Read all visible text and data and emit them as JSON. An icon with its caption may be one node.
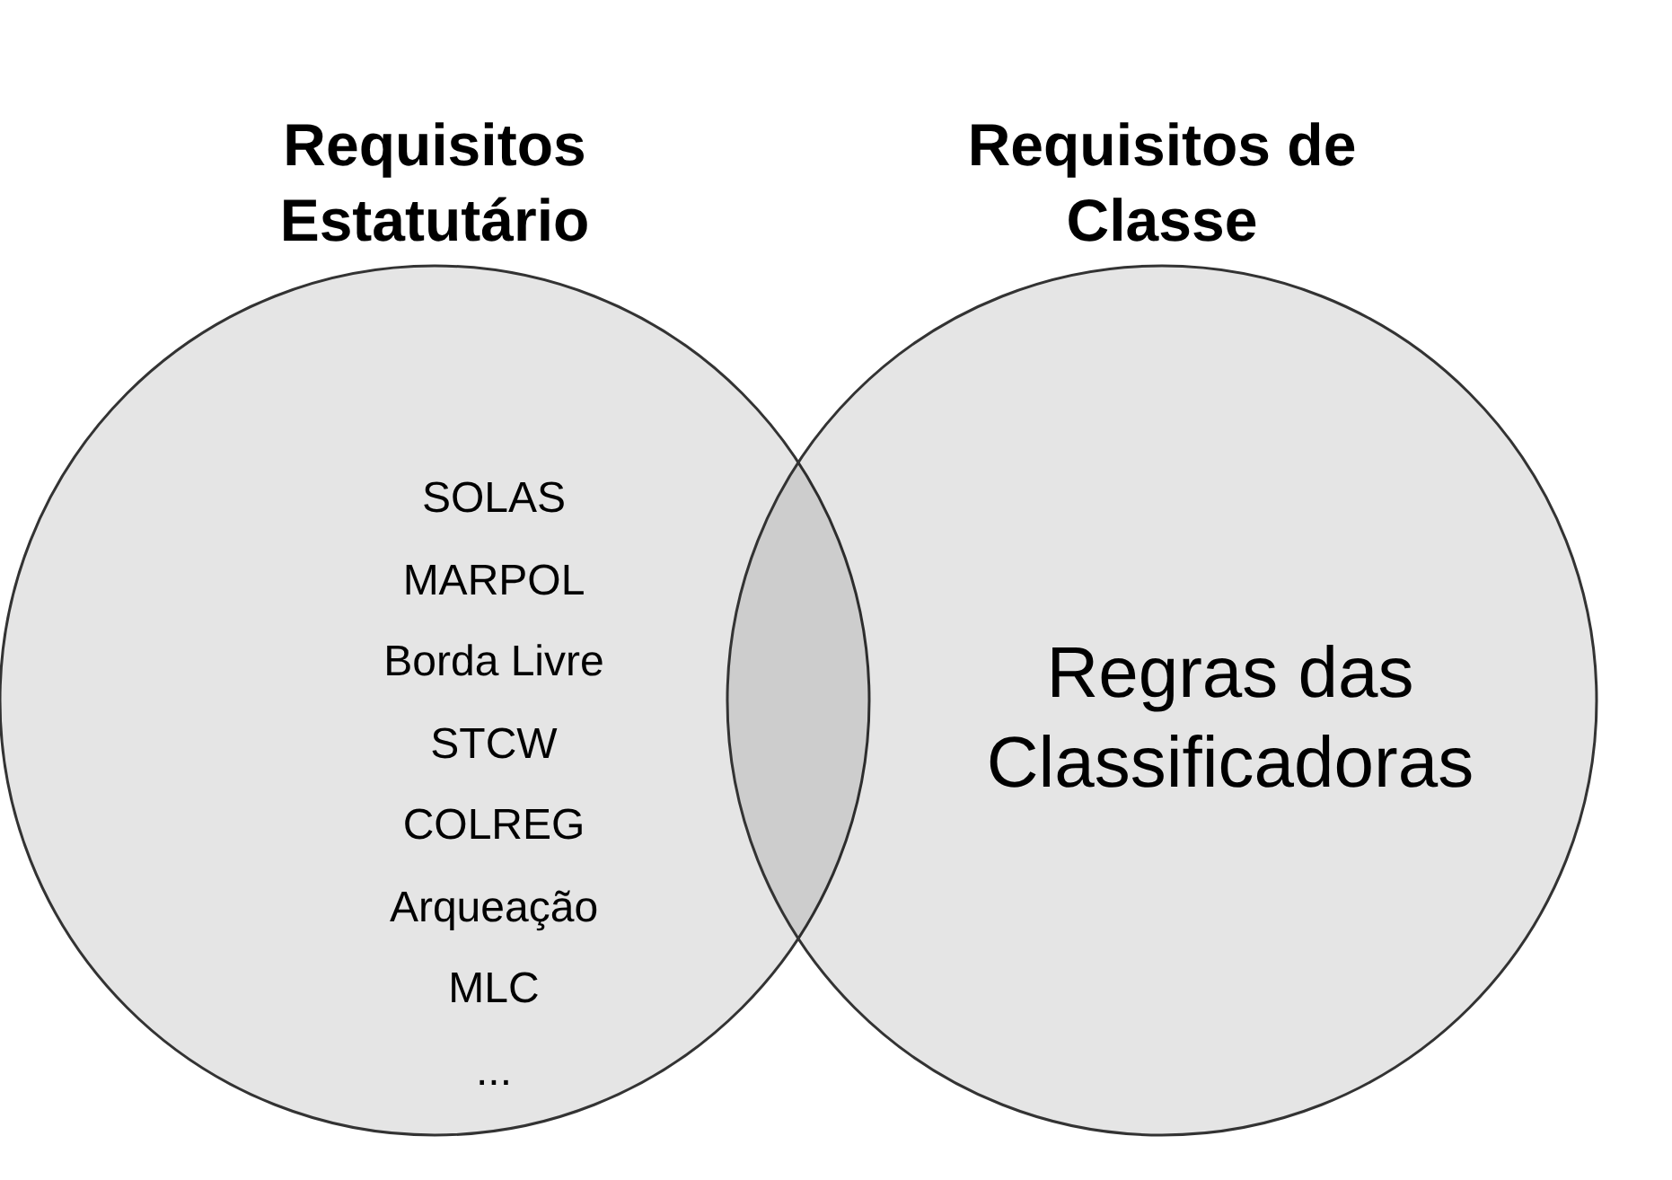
{
  "diagram": {
    "nodes": [
      {
        "text": [
          "Requisitos Estatutário",
          "SOLAS",
          "MARPOL",
          "Borda Livre",
          "STCW",
          "COLREG",
          "Arqueação",
          "MLC",
          "..."
        ]
      },
      {
        "text": [
          "Requisitos de Classe",
          "Regras das Classificadoras"
        ]
      }
    ]
  }
}
